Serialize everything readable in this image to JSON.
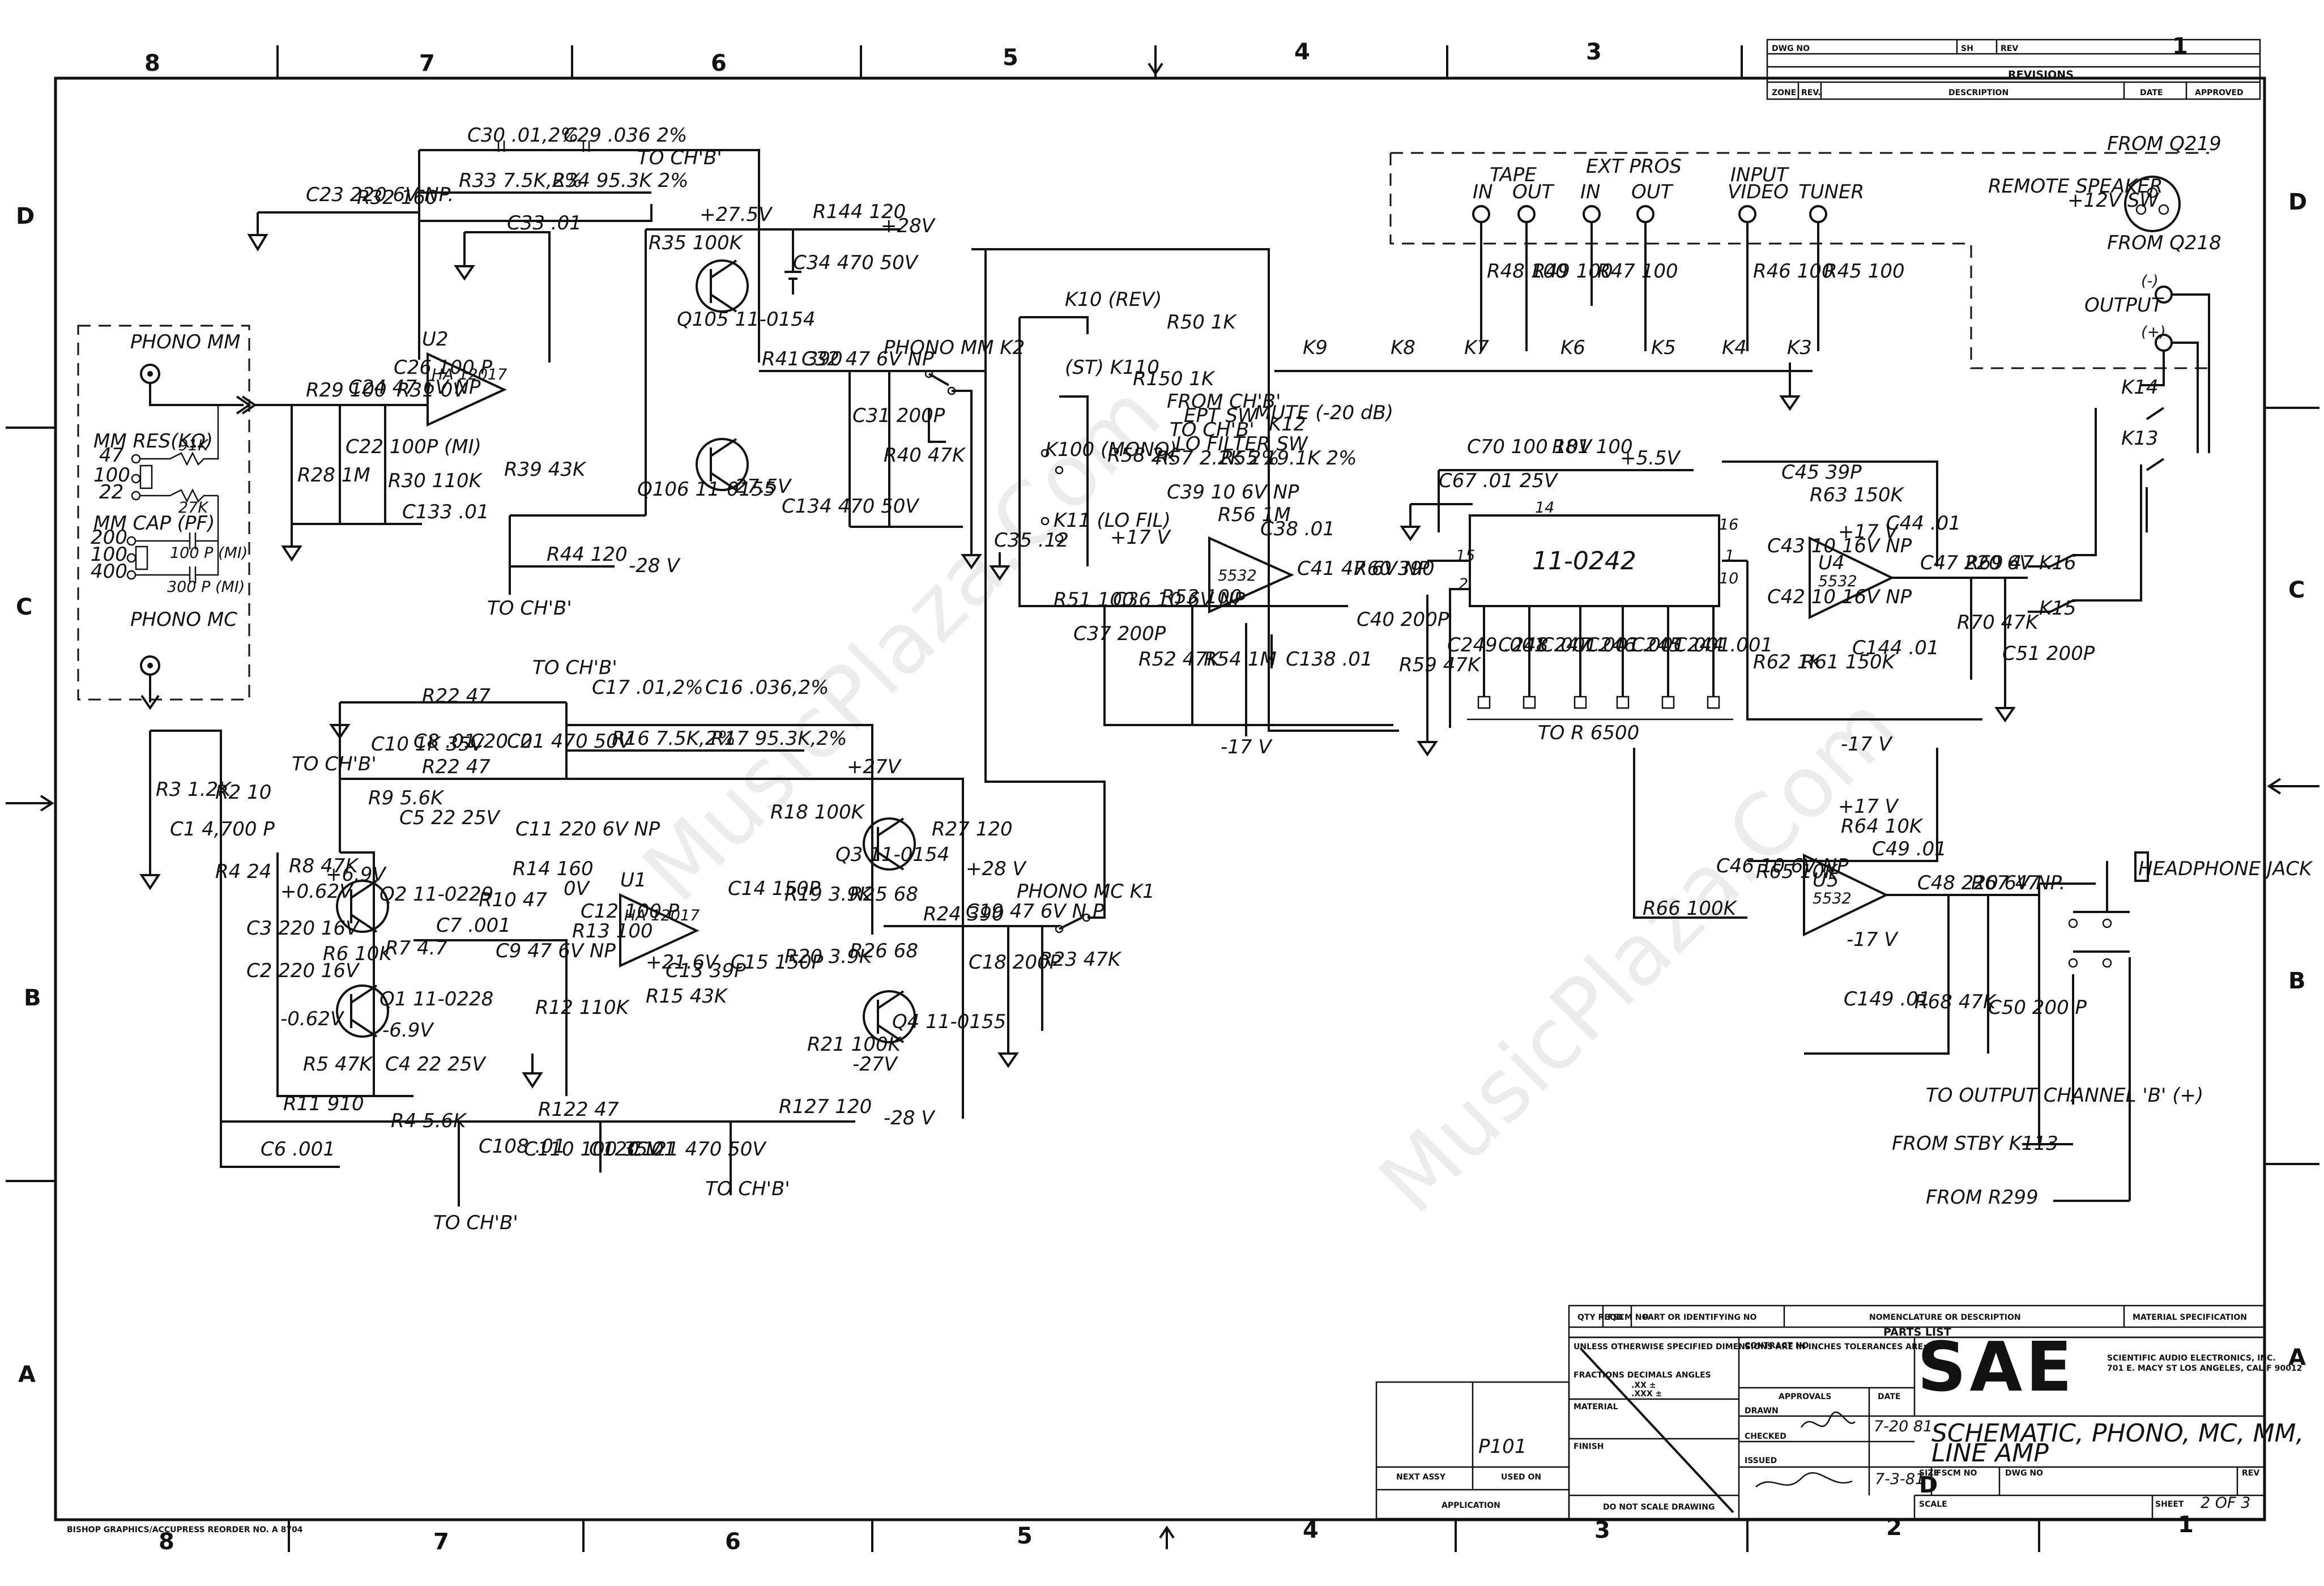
{
  "frame": {
    "cols_top": [
      "8",
      "7",
      "6",
      "5",
      "4",
      "3",
      "1"
    ],
    "cols_bottom": [
      "8",
      "7",
      "6",
      "5",
      "4",
      "3",
      "2",
      "1"
    ],
    "rows": [
      "D",
      "C",
      "B",
      "A"
    ]
  },
  "revisions": {
    "header": {
      "dwg": "DWG NO",
      "sh": "SH",
      "rev": "REV"
    },
    "title": "REVISIONS",
    "cols": [
      "ZONE",
      "REV.",
      "DESCRIPTION",
      "DATE",
      "APPROVED"
    ]
  },
  "labels": {
    "phono_mm": "PHONO MM",
    "phono_mc": "PHONO MC",
    "mm_res": "MM RES(KΩ)",
    "mm_cap": "MM CAP (PF)",
    "res_47": "47",
    "res_100": "100",
    "res_22": "22",
    "cap_200": "200",
    "cap_100": "100",
    "cap_400": "400",
    "r_91k": "91K",
    "r_27k": "27K",
    "c_100p_mi": "100 P (MI)",
    "c_300p_mi": "300 P (MI)",
    "u2": "U2",
    "ha12017": "HA 12017",
    "u1": "U1",
    "q105": "Q105 11-0154",
    "q106": "Q106 11-0155",
    "q3": "Q3 11-0154",
    "q4": "Q4 11-0155",
    "q2": "Q2 11-0229",
    "q1": "Q1 11-0228",
    "p275": "+27.5V",
    "m275": "-27.5V",
    "p28": "+28V",
    "m28": "-28 V",
    "p27": "+27V",
    "m27": "-27V",
    "p28b": "+28 V",
    "m28b": "-28 V",
    "to_ch_b": "TO CH'B'",
    "phono_mm_k2": "PHONO MM K2",
    "phono_mc_k1": "PHONO MC K1",
    "c30": "C30 .01,2%",
    "c29": "C29 .036 2%",
    "r33": "R33 7.5K,2%",
    "r34": "R34 95.3K 2%",
    "c23": "C23 220 6V NP.",
    "r32": "R32 160",
    "c33": "C33 .01",
    "r144": "R144 120",
    "c34": "C34 470 50V",
    "r35": "R35 100K",
    "r41": "R41 390",
    "c32": "C32 47 6V NP",
    "c31": "C31 200P",
    "r40": "R40 47K",
    "r29": "R29 100",
    "c24": "C24 47 6V NP",
    "r31": "R31 0V",
    "c26": "C26 100 P",
    "r28": "R28 1M",
    "c22": "C22 100P (MI)",
    "r30": "R30 110K",
    "c133": "C133 .01",
    "r39": "R39 43K",
    "r44": "R44 120",
    "c134": "C134 470 50V",
    "tape": "TAPE",
    "ext_pros": "EXT PROS",
    "input": "INPUT",
    "in": "IN",
    "out": "OUT",
    "video": "VIDEO",
    "tuner": "TUNER",
    "remote_speaker": "REMOTE SPEAKER",
    "from_q219": "FROM Q219",
    "from_q218": "FROM Q218",
    "p12v_sw": "+12V SW",
    "output": "OUTPUT",
    "ic_110242": "11-0242",
    "to_r6500": "TO R 6500",
    "mute": "MUTE (-20 dB)",
    "lo_filter": "LO FILTER SW",
    "ept_sw": "EPT SW",
    "from_ch_b": "FROM CH'B'",
    "k10": "K10 (REV)",
    "k110": "(ST) K110",
    "k100": "K100 (MONO)",
    "k11": "K11 (LO FIL)",
    "op5532": "5532",
    "u4": "U4",
    "u5": "U5",
    "p17v": "+17 V",
    "m17v": "-17 V",
    "p55v": "+5.5V",
    "headphone_jack": "HEADPHONE JACK",
    "to_output_b": "TO OUTPUT CHANNEL 'B' (+)",
    "from_stby": "FROM STBY K113",
    "from_r299": "FROM R299"
  },
  "title_block": {
    "cols": [
      "QTY REQD",
      "FSCM NO",
      "PART OR IDENTIFYING NO",
      "NOMENCLATURE OR DESCRIPTION",
      "MATERIAL SPECIFICATION"
    ],
    "parts_list": "PARTS LIST",
    "unless": "UNLESS OTHERWISE SPECIFIED DIMENSIONS ARE IN INCHES TOLERANCES ARE:",
    "fractions": "FRACTIONS DECIMALS ANGLES",
    "xx": ".XX ±",
    "xxx": ".XXX ±",
    "material": "MATERIAL",
    "finish": "FINISH",
    "contract_no": "CONTRACT NO",
    "approvals": "APPROVALS",
    "date": "DATE",
    "drawn": "DRAWN",
    "drawn_date": "7-20 81",
    "checked": "CHECKED",
    "issued": "ISSUED",
    "issued_date": "7-3-81",
    "company_logo": "SAE",
    "company_name": "SCIENTIFIC AUDIO ELECTRONICS, INC.",
    "company_addr": "701 E. MACY ST  LOS ANGELES, CALIF 90012",
    "title_line1": "SCHEMATIC, PHONO, MC, MM,",
    "title_line2": "LINE AMP",
    "size_label": "SIZE",
    "size": "D",
    "fscm_no": "FSCM NO",
    "dwg_no": "DWG NO",
    "rev": "REV",
    "scale": "SCALE",
    "sheet_label": "SHEET",
    "sheet": "2 OF 3",
    "next_assy": "NEXT ASSY",
    "used_on": "USED ON",
    "application": "APPLICATION",
    "p101": "P101",
    "do_not_scale": "DO NOT SCALE DRAWING"
  },
  "printer_note": "BISHOP GRAPHICS/ACCUPRESS REORDER NO. A 8704",
  "watermark": "MusicPlaza.Com"
}
